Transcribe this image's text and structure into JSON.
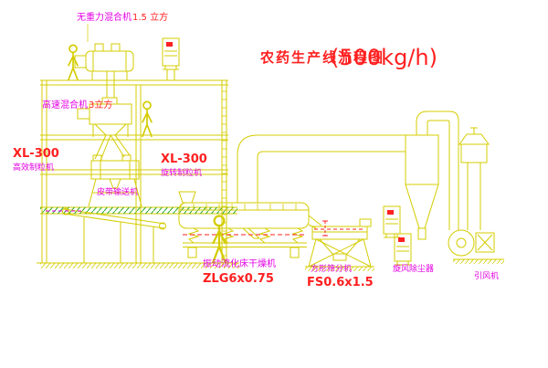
{
  "title": {
    "main": "农药生产线流程图",
    "capacity": "(500kg/h)"
  },
  "equipment_labels": {
    "zero_gravity_mixer": {
      "name": "无重力混合机",
      "spec": "1.5 立方"
    },
    "high_speed_mixer": {
      "name": "高速混合机",
      "spec": "3立方"
    },
    "left_granulator": {
      "model": "XL-300",
      "name": "高效制粒机"
    },
    "rotary_granulator": {
      "model": "XL-300",
      "name": "旋转制粒机"
    },
    "belt_conveyor": {
      "name": "皮带输送机"
    },
    "fluid_bed_dryer": {
      "name": "振动流化床干燥机",
      "model": "ZLG6x0.75"
    },
    "square_sieve": {
      "name": "方形筛分机",
      "model": "FS0.6x1.5"
    },
    "cyclone": {
      "name": "旋风除尘器"
    },
    "fan": {
      "name": "引风机"
    }
  },
  "colors": {
    "background": "#ffffff",
    "line_yellow": "#d4cc00",
    "hatch_green": "#23a523",
    "label_magenta": "#e400e4",
    "accent_red": "#ff2020"
  }
}
